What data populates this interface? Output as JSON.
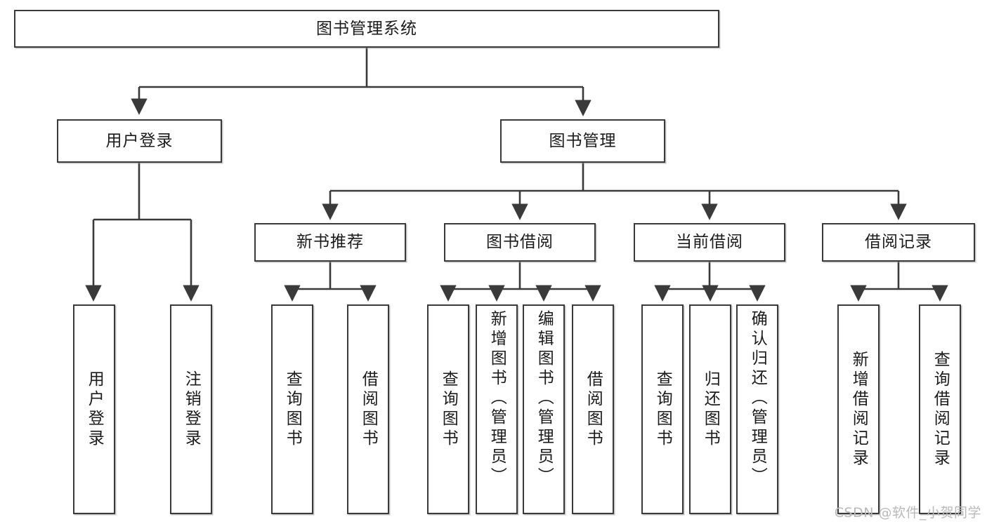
{
  "diagram": {
    "type": "tree-hierarchy-chart",
    "title": "图书管理系统",
    "watermark": "CSDN @软件_小贺同学",
    "colors": {
      "stroke": "#3a3a3a",
      "fill": "#ffffff",
      "text": "#1b1b1b",
      "watermark": "#b9b9b9"
    },
    "root": {
      "label": "图书管理系统"
    },
    "level2": [
      {
        "id": "user-login",
        "label": "用户登录"
      },
      {
        "id": "book-manage",
        "label": "图书管理"
      }
    ],
    "level3": [
      {
        "id": "new-book-recommend",
        "label": "新书推荐",
        "parent": "book-manage"
      },
      {
        "id": "book-borrow",
        "label": "图书借阅",
        "parent": "book-manage"
      },
      {
        "id": "current-borrow",
        "label": "当前借阅",
        "parent": "book-manage"
      },
      {
        "id": "borrow-record",
        "label": "借阅记录",
        "parent": "book-manage"
      }
    ],
    "leaves": {
      "user-login": [
        {
          "id": "leaf-user-login",
          "label": "用户登录"
        },
        {
          "id": "leaf-user-logout",
          "label": "注销登录"
        }
      ],
      "new-book-recommend": [
        {
          "id": "leaf-query-book-1",
          "label": "查询图书"
        },
        {
          "id": "leaf-borrow-book-1",
          "label": "借阅图书"
        }
      ],
      "book-borrow": [
        {
          "id": "leaf-query-book-2",
          "label": "查询图书"
        },
        {
          "id": "leaf-add-book",
          "label": "新增图书（管理员）"
        },
        {
          "id": "leaf-edit-book",
          "label": "编辑图书（管理员）"
        },
        {
          "id": "leaf-borrow-book-2",
          "label": "借阅图书"
        }
      ],
      "current-borrow": [
        {
          "id": "leaf-query-book-3",
          "label": "查询图书"
        },
        {
          "id": "leaf-return-book",
          "label": "归还图书"
        },
        {
          "id": "leaf-confirm-return",
          "label": "确认归还（管理员）"
        }
      ],
      "borrow-record": [
        {
          "id": "leaf-add-record",
          "label": "新增借阅记录"
        },
        {
          "id": "leaf-query-record",
          "label": "查询借阅记录"
        }
      ]
    }
  }
}
